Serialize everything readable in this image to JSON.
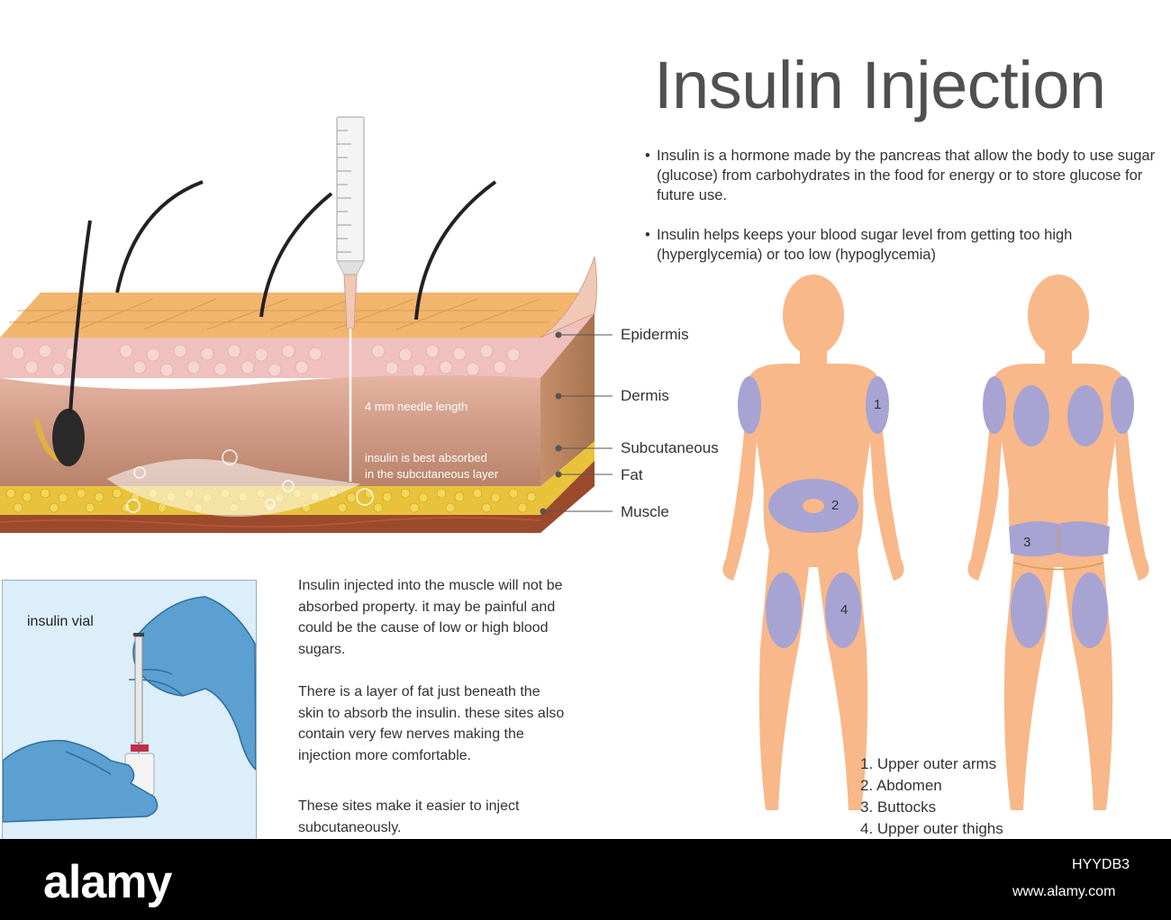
{
  "title": "Insulin Injection",
  "bullets": [
    "Insulin is a hormone made by the pancreas that allow the body to use sugar (glucose) from carbohydrates in the food for energy or to store glucose for future use.",
    "Insulin helps keeps your blood sugar level from getting too high (hyperglycemia) or too low (hypoglycemia)"
  ],
  "skin_layers": [
    "Epidermis",
    "Dermis",
    "Subcutaneous",
    "Fat",
    "Muscle"
  ],
  "needle_notes": {
    "length": "4 mm needle length",
    "absorb_line1": "insulin is best absorbed",
    "absorb_line2": "in the subcutaneous layer"
  },
  "vial_label": "insulin vial",
  "paragraphs": [
    "Insulin injected into the muscle will not be absorbed property. it may be painful and could be the cause of low or high blood sugars.",
    "There is a layer of fat just beneath the skin to absorb the insulin. these sites also contain very few nerves making the injection more comfortable.",
    "These sites make it easier to inject subcutaneously."
  ],
  "sites": [
    "1. Upper outer arms",
    "2. Abdomen",
    "3. Buttocks",
    "4. Upper outer thighs"
  ],
  "site_markers": [
    "1",
    "2",
    "3",
    "4"
  ],
  "footer": {
    "brand": "alamy",
    "image_code": "HYYDB3",
    "url": "www.alamy.com"
  },
  "colors": {
    "body": "#f8b889",
    "site_zone": "#a7a3d3",
    "glove": "#5ba0d0",
    "vial_bg": "#dceefa",
    "footer": "#000000"
  }
}
